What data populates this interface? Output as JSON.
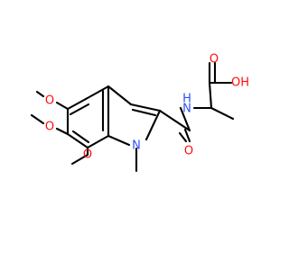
{
  "colors": {
    "oxygen": "#ff0d0d",
    "nitrogen": "#3050f8",
    "carbon": "#000000",
    "background": "#ffffff"
  },
  "labels": {
    "o_methoxy_5": "O",
    "o_methoxy_6": "O",
    "o_methoxy_7": "O",
    "n_indole": "N",
    "n_amide": "N",
    "h_amide": "H",
    "o_carbonyl_amide": "O",
    "o_carbonyl_acid": "O",
    "oh_acid": "OH"
  }
}
